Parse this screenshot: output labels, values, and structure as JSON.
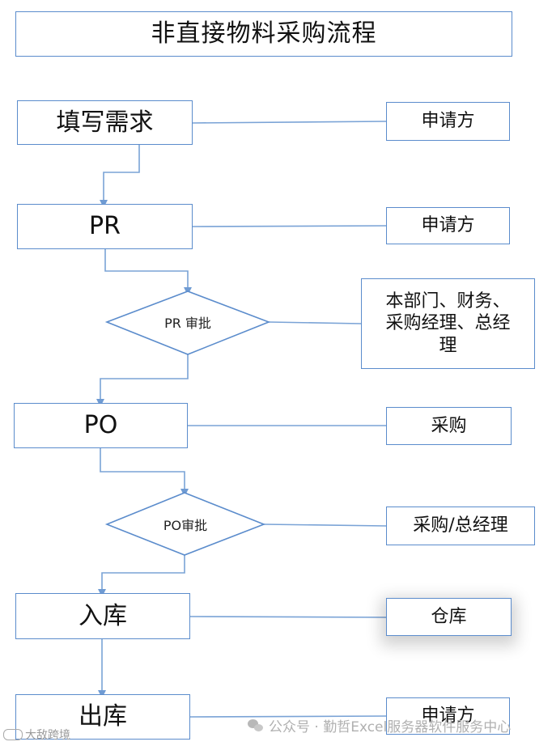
{
  "title": "非直接物料采购流程",
  "steps": {
    "fill": "填写需求",
    "pr": "PR",
    "pr_approve": "PR 审批",
    "po": "PO",
    "po_approve": "PO审批",
    "inbound": "入库",
    "outbound": "出库"
  },
  "roles": {
    "fill": "申请方",
    "pr": "申请方",
    "pr_approve_line1": "本部门、财务、",
    "pr_approve_line2": "采购经理、总经",
    "pr_approve_line3": "理",
    "po": "采购",
    "po_approve": "采购/总经理",
    "inbound": "仓库",
    "outbound": "申请方"
  },
  "watermark": {
    "left": "大敌跨境",
    "right": "公众号 · 勤哲Excel服务器软件服务中心"
  },
  "colors": {
    "border": "#5b8ccc",
    "connector": "#7aa3d6"
  }
}
